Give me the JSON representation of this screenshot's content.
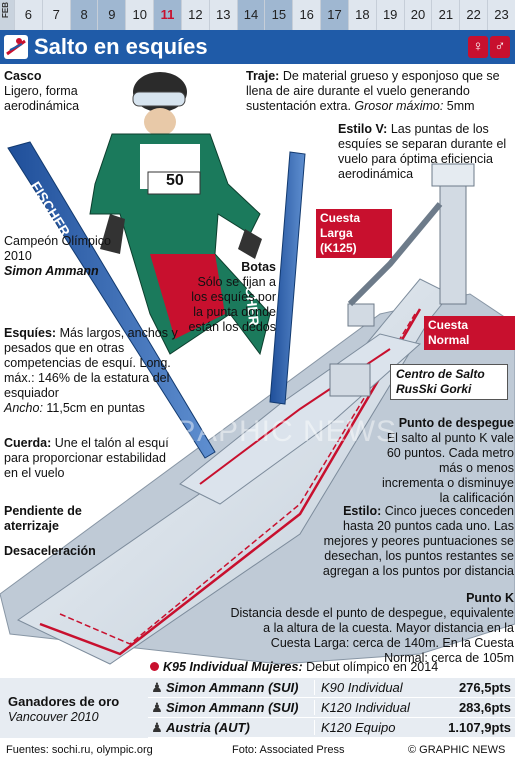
{
  "datebar": {
    "month": "FEB",
    "dates": [
      {
        "d": "6",
        "hl": false,
        "red": false
      },
      {
        "d": "7",
        "hl": false,
        "red": false
      },
      {
        "d": "8",
        "hl": true,
        "red": false
      },
      {
        "d": "9",
        "hl": true,
        "red": false
      },
      {
        "d": "10",
        "hl": false,
        "red": false
      },
      {
        "d": "11",
        "hl": true,
        "red": true
      },
      {
        "d": "12",
        "hl": false,
        "red": false
      },
      {
        "d": "13",
        "hl": false,
        "red": false
      },
      {
        "d": "14",
        "hl": true,
        "red": false
      },
      {
        "d": "15",
        "hl": true,
        "red": false
      },
      {
        "d": "16",
        "hl": false,
        "red": false
      },
      {
        "d": "17",
        "hl": true,
        "red": false
      },
      {
        "d": "18",
        "hl": false,
        "red": false
      },
      {
        "d": "19",
        "hl": false,
        "red": false
      },
      {
        "d": "20",
        "hl": false,
        "red": false
      },
      {
        "d": "21",
        "hl": false,
        "red": false
      },
      {
        "d": "22",
        "hl": false,
        "red": false
      },
      {
        "d": "23",
        "hl": false,
        "red": false
      }
    ]
  },
  "header": {
    "title": "Salto en esquíes",
    "female_icon": "♀",
    "male_icon": "♂"
  },
  "labels": {
    "casco_title": "Casco",
    "casco_text": "Ligero, forma aerodinámica",
    "traje_title": "Traje:",
    "traje_text": "De material grueso y esponjoso que se llena de aire durante el vuelo generando sustentación extra.",
    "traje_gros_label": "Grosor máximo:",
    "traje_gros_value": "5mm",
    "estilo_v_title": "Estilo V:",
    "estilo_v_text": "Las puntas de los esquíes se separan durante el vuelo para óptima eficiencia aerodinámica",
    "campeon_text": "Campeón Olímpico 2010",
    "campeon_name": "Simon Ammann",
    "botas_title": "Botas",
    "botas_text": "Sólo se fijan a los esquíes por la punta donde están los dedos",
    "esquies_title": "Esquíes:",
    "esquies_text": "Más largos, anchos y pesados que en otras competencias de esquí. Long. máx.: 146% de la estatura del esquiador",
    "esquies_ancho_label": "Ancho:",
    "esquies_ancho_value": "11,5cm en puntas",
    "cuerda_title": "Cuerda:",
    "cuerda_text": "Une el talón al esquí para proporcionar estabilidad en el vuelo",
    "pendiente_title": "Pendiente de aterrizaje",
    "desac_title": "Desaceleración",
    "cuesta_larga": "Cuesta Larga (K125)",
    "cuesta_normal": "Cuesta Normal",
    "centro": "Centro de Salto RusSki Gorki",
    "despegue_title": "Punto de despegue",
    "despegue_text": "El salto al punto K vale 60 puntos. Cada metro más o menos incrementa o disminuye la calificación",
    "estilo_title": "Estilo:",
    "estilo_text": "Cinco jueces conceden hasta 20 puntos cada uno. Las mejores y peores puntuaciones se desechan, los puntos restantes se agregan a los puntos por distancia",
    "puntok_title": "Punto K",
    "puntok_text": "Distancia desde el punto de despegue, equivalente a la altura de la cuesta. Mayor distancia en la Cuesta Larga: cerca de 140m. En la Cuesta Normal: cerca de 105m",
    "ski_brand": "FISCHER",
    "bib": "50",
    "watermark": "GRAPHIC NEWS"
  },
  "k95": {
    "label": "K95 Individual Mujeres:",
    "text": "Debut olímpico en 2014"
  },
  "gold": {
    "heading": "Ganadores de oro",
    "sub": "Vancouver 2010",
    "rows": [
      {
        "icon": "♟",
        "name": "Simon Ammann (SUI)",
        "event": "K90 Individual",
        "pts": "276,5pts"
      },
      {
        "icon": "♟",
        "name": "Simon Ammann (SUI)",
        "event": "K120 Individual",
        "pts": "283,6pts"
      },
      {
        "icon": "♟",
        "name": "Austria (AUT)",
        "event": "K120 Equipo",
        "pts": "1.107,9pts"
      }
    ]
  },
  "footer": {
    "sources": "Fuentes: sochi.ru, olympic.org",
    "photo": "Foto: Associated Press",
    "copyright": "© GRAPHIC NEWS"
  },
  "colors": {
    "title_blue": "#1f5ba8",
    "accent_red": "#c8102e",
    "date_highlight": "#9fb7d1"
  }
}
